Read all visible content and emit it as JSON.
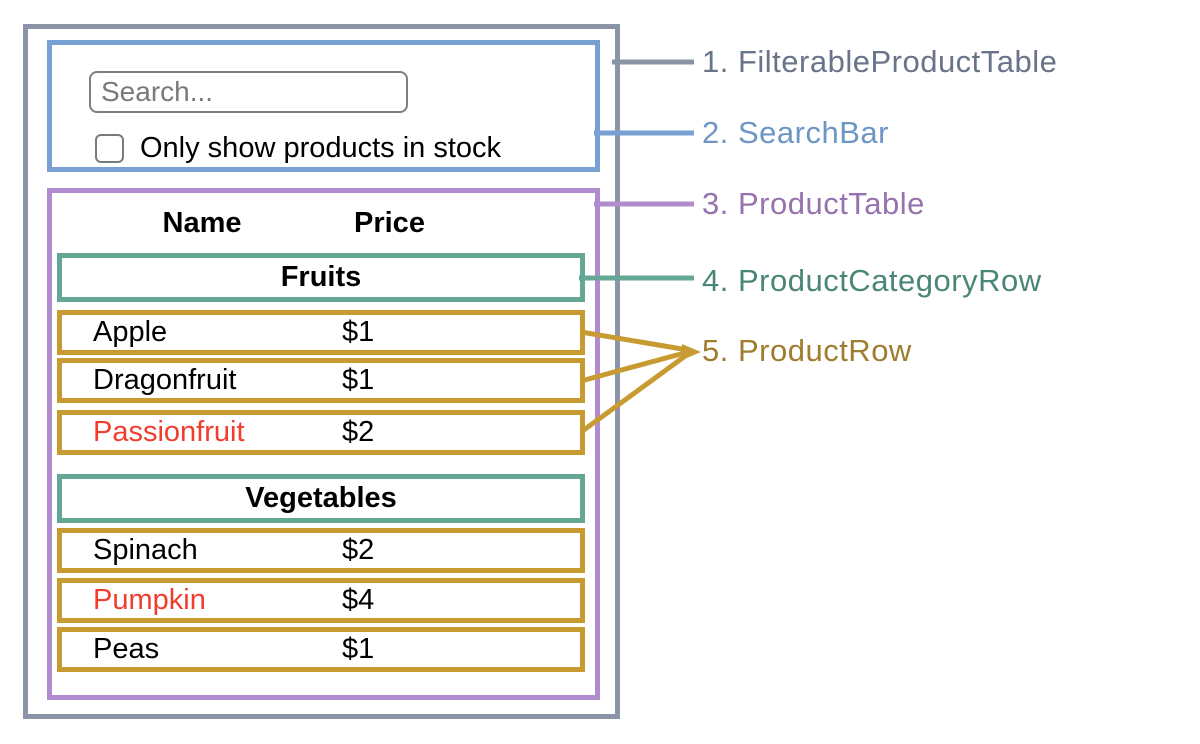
{
  "colors": {
    "outer-border": "#8b93a7",
    "search-border": "#79a0d3",
    "table-border": "#b08cce",
    "category-border": "#64a795",
    "row-border": "#c89b32",
    "label-1": "#6a7489",
    "label-2": "#6d96c5",
    "label-3": "#9672ae",
    "label-4": "#4a8677",
    "label-5": "#9e7e2e",
    "unstocked-text": "#f23c2e",
    "text": "#000000",
    "muted": "#7a7a7a"
  },
  "search_bar": {
    "placeholder": "Search...",
    "checkbox_label": "Only show products in stock",
    "checkbox_checked": false
  },
  "product_table": {
    "columns": [
      "Name",
      "Price"
    ],
    "rows": [
      {
        "type": "category",
        "label": "Fruits"
      },
      {
        "type": "product",
        "name": "Apple",
        "price": "$1",
        "stocked": true
      },
      {
        "type": "product",
        "name": "Dragonfruit",
        "price": "$1",
        "stocked": true
      },
      {
        "type": "product",
        "name": "Passionfruit",
        "price": "$2",
        "stocked": false
      },
      {
        "type": "category",
        "label": "Vegetables"
      },
      {
        "type": "product",
        "name": "Spinach",
        "price": "$2",
        "stocked": true
      },
      {
        "type": "product",
        "name": "Pumpkin",
        "price": "$4",
        "stocked": false
      },
      {
        "type": "product",
        "name": "Peas",
        "price": "$1",
        "stocked": true
      }
    ]
  },
  "legend": {
    "items": [
      {
        "label": "1. FilterableProductTable"
      },
      {
        "label": "2. SearchBar"
      },
      {
        "label": "3. ProductTable"
      },
      {
        "label": "4. ProductCategoryRow"
      },
      {
        "label": "5. ProductRow"
      }
    ]
  }
}
